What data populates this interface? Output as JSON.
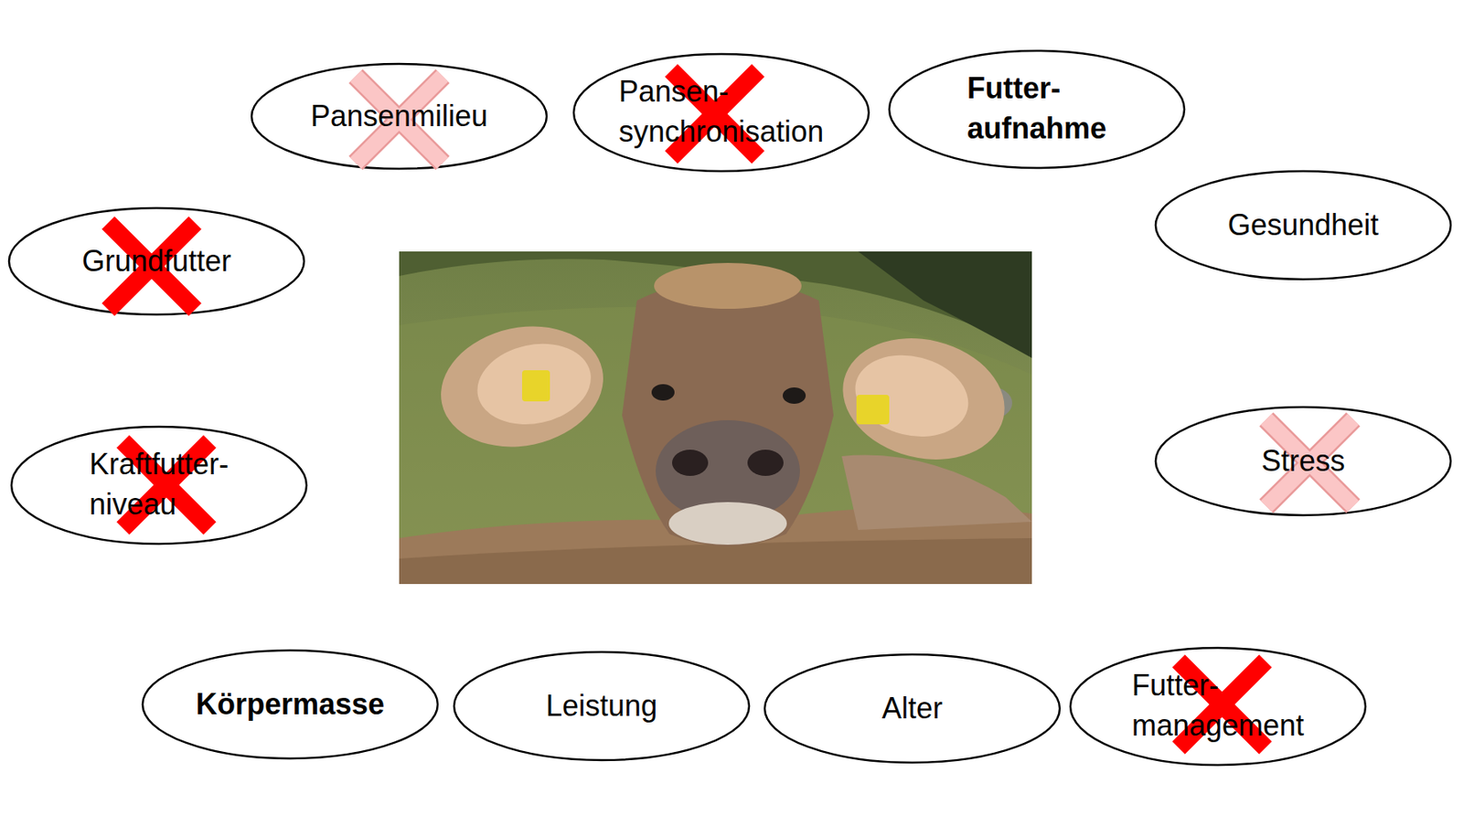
{
  "diagram": {
    "nodes": [
      {
        "text": [
          "Pansenmilieu"
        ]
      },
      {
        "text": [
          "Pansen- synchronisation"
        ]
      },
      {
        "text": [
          "Futter- aufnahme"
        ]
      },
      {
        "text": [
          "Gesundheit"
        ]
      },
      {
        "text": [
          "Grundfutter"
        ]
      },
      {
        "text": [
          "Kraftfutter- niveau"
        ]
      },
      {
        "text": [
          "Stress"
        ]
      },
      {
        "text": [
          "Körpermasse"
        ]
      },
      {
        "text": [
          "Leistung"
        ]
      },
      {
        "text": [
          "Alter"
        ]
      },
      {
        "text": [
          "Futter- management"
        ]
      }
    ]
  }
}
